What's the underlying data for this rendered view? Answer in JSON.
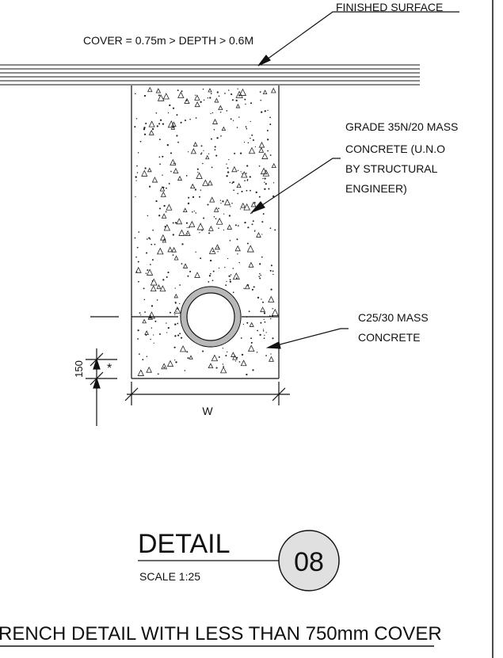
{
  "labels": {
    "finished_surface": "FINISHED SURFACE",
    "cover": "COVER = 0.75m > DEPTH > 0.6M",
    "grade_line1": "GRADE 35N/20 MASS",
    "grade_line2": "CONCRETE (U.N.O",
    "grade_line3": "BY STRUCTURAL",
    "grade_line4": "ENGINEER)",
    "c25_line1": "C25/30 MASS",
    "c25_line2": "CONCRETE",
    "dim_150": "150",
    "dim_star": "*",
    "dim_w": "W"
  },
  "title_block": {
    "heading": "DETAIL",
    "scale": "SCALE 1:25",
    "number": "08",
    "caption": "RENCH DETAIL WITH LESS THAN 750mm COVER"
  },
  "colors": {
    "line": "#111111",
    "pipe_ring": "#b8b8b8",
    "circle_fill": "#e0e0e0",
    "background": "#ffffff"
  }
}
